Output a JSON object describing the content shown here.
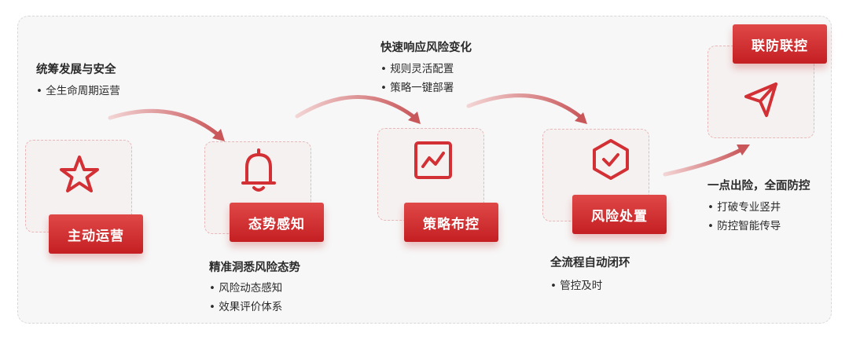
{
  "stages": [
    {
      "label": "主动运营",
      "icon": "star-icon",
      "heading": "统筹发展与安全",
      "bullets": [
        "全生命周期运营"
      ]
    },
    {
      "label": "态势感知",
      "icon": "bell-icon",
      "heading": "精准洞悉风险态势",
      "bullets": [
        "风险动态感知",
        "效果评价体系"
      ]
    },
    {
      "label": "策略布控",
      "icon": "line-chart-icon",
      "heading": "快速响应风险变化",
      "bullets": [
        "规则灵活配置",
        "策略一键部署"
      ]
    },
    {
      "label": "风险处置",
      "icon": "hexagon-check-icon",
      "heading": "全流程自动闭环",
      "bullets": [
        "管控及时"
      ]
    },
    {
      "label": "联防联控",
      "icon": "paper-plane-icon",
      "heading": "一点出险，全面防控",
      "bullets": [
        "打破专业竖井",
        "防控智能传导"
      ]
    }
  ],
  "colors": {
    "accent": "#d23034",
    "card_bg": "#f6f1f1",
    "frame_bg": "#f7f7f7"
  }
}
